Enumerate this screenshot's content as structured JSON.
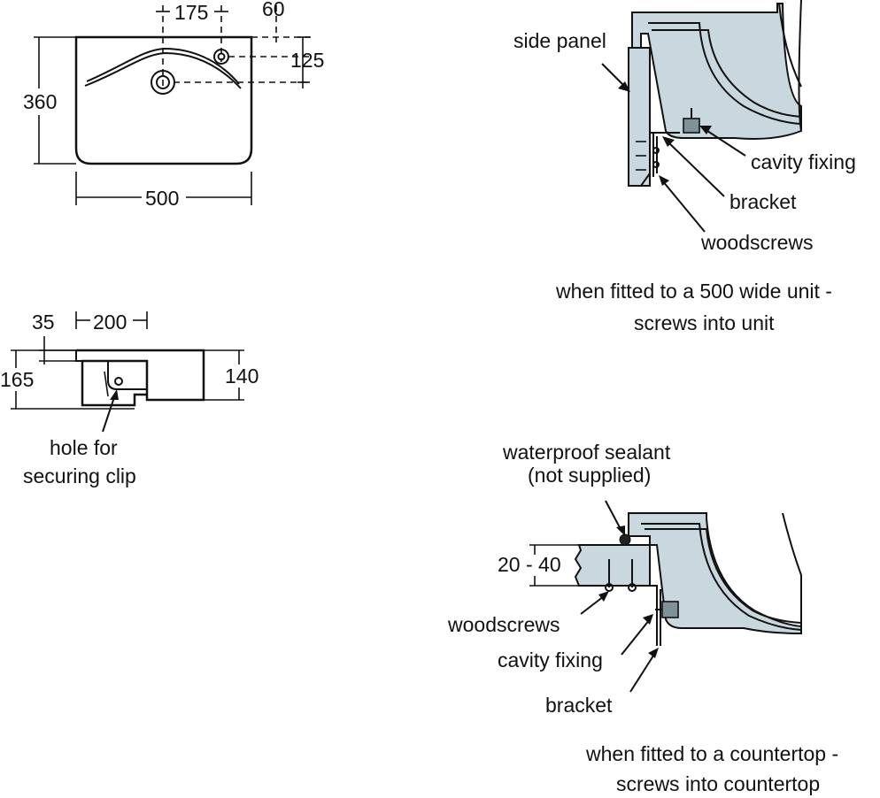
{
  "plan_view": {
    "dim_tap_offset": "175",
    "dim_overflow_offset": "60",
    "dim_overflow_depth": "125",
    "dim_depth": "360",
    "dim_width": "500"
  },
  "side_view": {
    "dim_setback": "35",
    "dim_bowl_width": "200",
    "dim_total_height": "165",
    "dim_rim_height": "140",
    "label_hole_line1": "hole for",
    "label_hole_line2": "securing clip"
  },
  "unit_detail": {
    "label_side_panel": "side panel",
    "label_cavity_fixing": "cavity fixing",
    "label_bracket": "bracket",
    "label_woodscrews": "woodscrews",
    "caption_line1": "when fitted to a 500 wide unit -",
    "caption_line2": "screws into unit"
  },
  "countertop_detail": {
    "label_sealant_line1": "waterproof sealant",
    "label_sealant_line2": "(not supplied)",
    "dim_thickness": "20 - 40",
    "label_woodscrews": "woodscrews",
    "label_cavity_fixing": "cavity fixing",
    "label_bracket": "bracket",
    "caption_line1": "when fitted to a countertop -",
    "caption_line2": "screws into countertop"
  }
}
